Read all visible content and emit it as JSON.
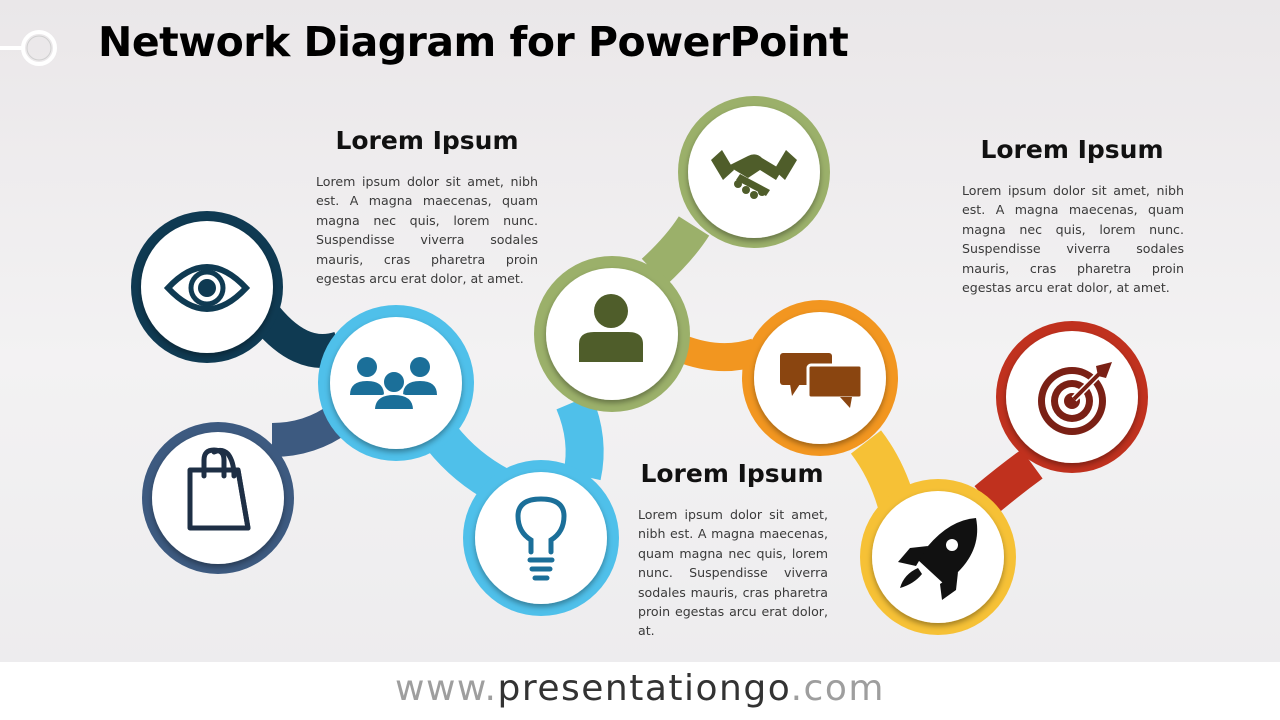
{
  "header": {
    "title": "Network Diagram for PowerPoint"
  },
  "text_blocks": [
    {
      "heading": "Lorem Ipsum",
      "body": "Lorem ipsum dolor sit amet, nibh est. A magna maecenas, quam magna nec quis, lorem nunc. Suspendisse viverra sodales mauris, cras pharetra proin egestas arcu erat dolor, at amet."
    },
    {
      "heading": "Lorem Ipsum",
      "body": "Lorem ipsum dolor sit amet, nibh est. A magna maecenas, quam magna nec quis, lorem nunc. Suspendisse viverra sodales mauris, cras pharetra proin egestas arcu erat dolor, at amet."
    },
    {
      "heading": "Lorem Ipsum",
      "body": "Lorem ipsum dolor sit amet, nibh est. A magna maecenas, quam magna nec quis, lorem nunc. Suspendisse viverra sodales mauris, cras pharetra proin egestas arcu erat dolor, at."
    }
  ],
  "nodes": [
    {
      "icon": "eye-icon",
      "color": "#0f3a52",
      "icon_color": "#0f3a52"
    },
    {
      "icon": "shopping-bag-icon",
      "color": "#3d5a80",
      "icon_color": "#1e2f45"
    },
    {
      "icon": "team-icon",
      "color": "#4fc0ea",
      "icon_color": "#1b6f99"
    },
    {
      "icon": "lightbulb-icon",
      "color": "#4fc0ea",
      "icon_color": "#1b6f99"
    },
    {
      "icon": "user-icon",
      "color": "#9bb06a",
      "icon_color": "#4f5d2a"
    },
    {
      "icon": "handshake-icon",
      "color": "#9bb06a",
      "icon_color": "#4f5d2a"
    },
    {
      "icon": "chat-bubbles-icon",
      "color": "#f29620",
      "icon_color": "#8a4510"
    },
    {
      "icon": "rocket-icon",
      "color": "#f6c136",
      "icon_color": "#111111"
    },
    {
      "icon": "target-icon",
      "color": "#c0311e",
      "icon_color": "#7a2015"
    }
  ],
  "footer": {
    "url_prefix": "www.",
    "url_main": "presentationgo",
    "url_suffix": ".com"
  }
}
